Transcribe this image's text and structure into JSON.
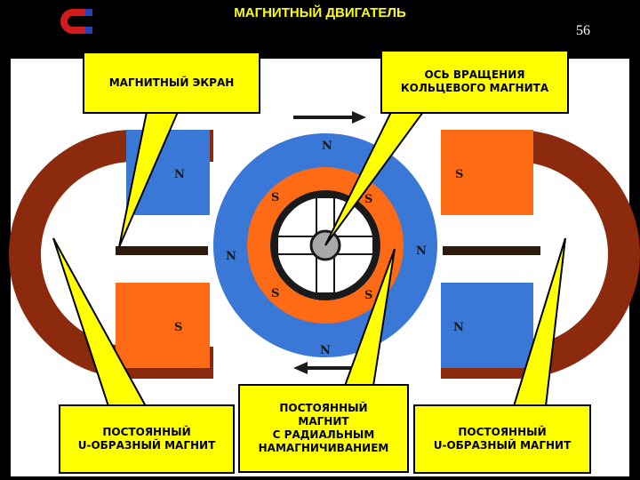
{
  "slide": {
    "title": "МАГНИТНЫЙ ДВИГАТЕЛЬ",
    "page_number": "56"
  },
  "callouts": {
    "magnetic_screen": "МАГНИТНЫЙ ЭКРАН",
    "rotation_axis": "ОСЬ ВРАЩЕНИЯ\nКОЛЬЦЕВОГО МАГНИТА",
    "u_magnet_left": "ПОСТОЯННЫЙ\nU-ОБРАЗНЫЙ МАГНИТ",
    "radial_magnet": "ПОСТОЯННЫЙ\nМАГНИТ\nС РАДИАЛЬНЫМ\nНАМАГНИЧИВАНИЕМ",
    "u_magnet_right": "ПОСТОЯННЫЙ\nU-ОБРАЗНЫЙ МАГНИТ"
  },
  "poles": {
    "north": "N",
    "south": "S"
  },
  "colors": {
    "background": "#000000",
    "title": "#ffff00",
    "callout_fill": "#ffff00",
    "u_magnet_brown": "#8b2a0c",
    "pole_blue": "#3a78d8",
    "pole_orange": "#ff6a14",
    "screen_dark": "#2b1a0a",
    "panel": "#ffffff"
  },
  "icons": {
    "logo": "horseshoe-magnet-icon",
    "arrow_top": "arrow-right-icon",
    "arrow_bottom": "arrow-left-icon"
  }
}
